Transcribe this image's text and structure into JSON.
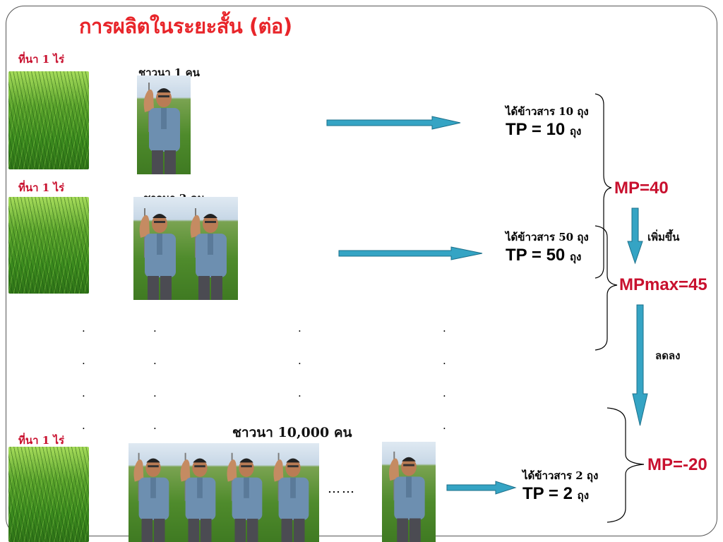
{
  "title": "การผลิตในระยะสั้น (ต่อ)",
  "rows": [
    {
      "field_label": "ที่นา 1 ไร่",
      "people_label": "ชาวนา 1 คน",
      "result_line1": "ได้ข้าวสาร 10 ถุง",
      "tp_text": "TP = 10",
      "tp_unit": "ถุง"
    },
    {
      "field_label": "ที่นา 1 ไร่",
      "people_label": "ชาวนา 2 คน",
      "result_line1": "ได้ข้าวสาร 50 ถุง",
      "tp_text": "TP = 50",
      "tp_unit": "ถุง"
    },
    {
      "field_label": "ที่นา 1 ไร่",
      "people_label": "ชาวนา 10,000 คน",
      "result_line1": "ได้ข้าวสาร 2 ถุง",
      "tp_text": "TP = 2",
      "tp_unit": "ถุง"
    }
  ],
  "mp_labels": {
    "mp1": "MP=40",
    "mpmax": "MPmax=45",
    "mp3": "MP=-20"
  },
  "trend_labels": {
    "increase": "เพิ่มขึ้น",
    "decrease": "ลดลง"
  },
  "ellipsis": "……",
  "dot": ".",
  "colors": {
    "arrow_fill": "#35a4c4",
    "arrow_stroke": "#1b6f8a",
    "title": "#e8252a",
    "mp": "#c8102e"
  }
}
